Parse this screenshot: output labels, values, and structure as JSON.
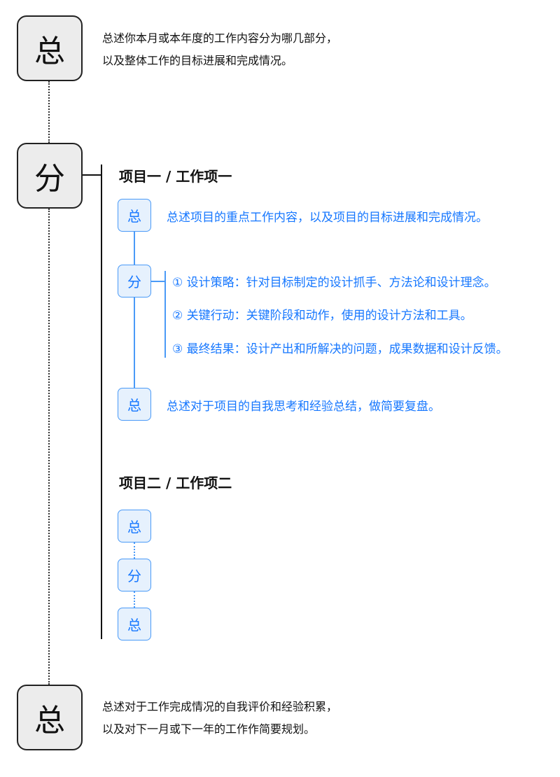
{
  "top": {
    "box": "总",
    "lines": [
      "总述你本月或本年度的工作内容分为哪几部分，",
      "以及整体工作的目标进展和完成情况。"
    ]
  },
  "middle": {
    "box": "分"
  },
  "projects": [
    {
      "title": "项目一 / 工作项一",
      "boxes": [
        "总",
        "分",
        "总"
      ],
      "intro": "总述项目的重点工作内容，以及项目的目标进展和完成情况。",
      "items": [
        "① 设计策略：针对目标制定的设计抓手、方法论和设计理念。",
        "② 关键行动：关键阶段和动作，使用的设计方法和工具。",
        "③ 最终结果：设计产出和所解决的问题，成果数据和设计反馈。"
      ],
      "outro": "总述对于项目的自我思考和经验总结，做简要复盘。"
    },
    {
      "title": "项目二 / 工作项二",
      "boxes": [
        "总",
        "分",
        "总"
      ]
    }
  ],
  "bottom": {
    "box": "总",
    "lines": [
      "总述对于工作完成情况的自我评价和经验积累，",
      "以及对下一月或下一年的工作作简要规划。"
    ]
  }
}
